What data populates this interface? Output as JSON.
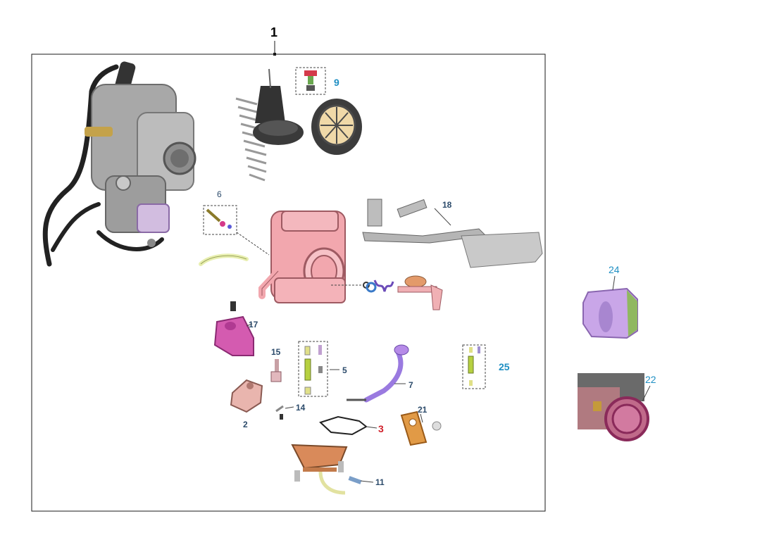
{
  "diagram": {
    "assembly_number": "1",
    "callouts": {
      "n9": "9",
      "n6": "6",
      "n18": "18",
      "n17": "17",
      "n15": "15",
      "n5": "5",
      "n7": "7",
      "n25": "25",
      "n2": "2",
      "n14": "14",
      "n3": "3",
      "n21": "21",
      "n11": "11",
      "n24": "24",
      "n22": "22"
    },
    "colors": {
      "frame": "#1a1a1a",
      "callout_blue": "#1f8fc3",
      "callout_red": "#d0202a",
      "callout_dark": "#2c4b6b",
      "body_pink": "#f2a7ae",
      "part_magenta": "#d45bb0",
      "part_lilac": "#c9a6e8",
      "part_orange": "#e19a46",
      "metal_grey": "#9a9a9a"
    }
  }
}
